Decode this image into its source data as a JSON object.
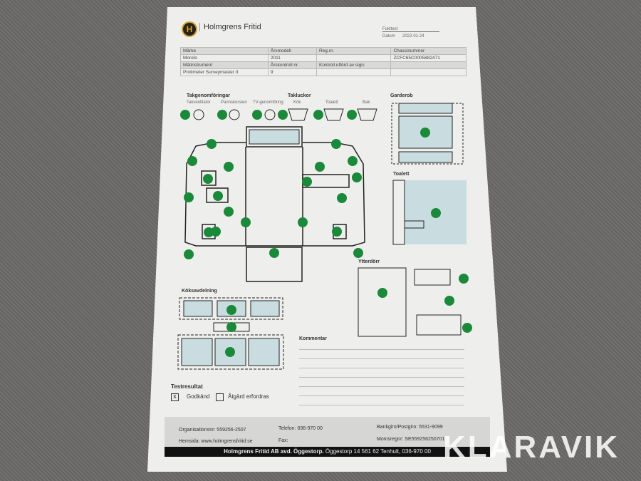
{
  "header": {
    "company": "Holmgrens Fritid",
    "logo_letter": "H",
    "test_type": "Fukttest",
    "date_label": "Datum",
    "date": "2022-01-24"
  },
  "info_table": {
    "row1_labels": [
      "Märke",
      "Årsmodell",
      "Reg.nr.",
      "Chassinummer"
    ],
    "row1_values": [
      "Morelo",
      "2011",
      "",
      "ZCFC65C0005882471"
    ],
    "row2_labels": [
      "Mätinstrument",
      "Årskontroll nr.",
      "Kontroll utförd av sign:",
      ""
    ],
    "row2_values": [
      "Protimeter Surveymaster II",
      "9",
      "",
      ""
    ]
  },
  "sections": {
    "takgenomforingar": "Takgenomföringar",
    "takventilator": "Takventilator",
    "pannskorsten": "Pannskorsten",
    "tv": "TV-genomföring",
    "takluckor": "Takluckor",
    "kok": "Kök",
    "toalett": "Toalett",
    "bak": "Bak",
    "garderob": "Garderob",
    "toalett2": "Toalett",
    "ytterdorr": "Ytterdörr",
    "koksavdelning": "Köksavdelning",
    "kommentar": "Kommentar",
    "testresultat": "Testresultat"
  },
  "result": {
    "godkand_label": "Godkänd",
    "godkand_mark": "X",
    "atgard_label": "Åtgärd erfordras"
  },
  "footer": {
    "org": "Organisationsnr: 559256-2507",
    "tel": "Telefon: 036-970 00",
    "bankgiro": "Bankgiro/Postgiro: 5531-9099",
    "web": "Hemsida: www.holmgrensfritid.se",
    "fax": "Fax:",
    "moms": "Momsregnr: SE559256250701",
    "bar_bold": "Holmgrens Fritid AB avd. Öggestorp.",
    "bar_rest": " Öggestorp 14 561 62 Tenhult, 036-970 00"
  },
  "watermark": "KLARAVIK",
  "colors": {
    "ok_dot": "#1a8a3a"
  }
}
